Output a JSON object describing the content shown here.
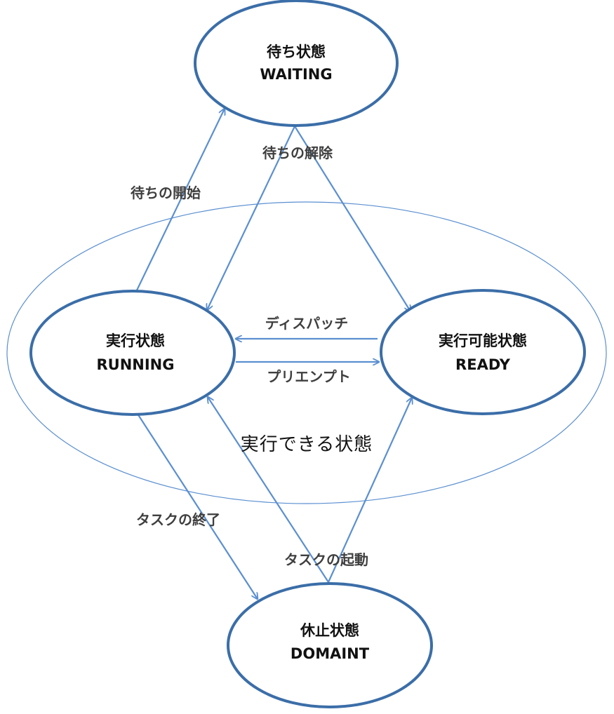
{
  "colors": {
    "node_stroke": "#3b6ea8",
    "edge": "#5b8fd0",
    "group_stroke": "#5b8fd0",
    "node_text": "#111111",
    "edge_text": "#3f3f3f"
  },
  "nodes": {
    "waiting": {
      "ja": "待ち状態",
      "en": "WAITING"
    },
    "running": {
      "ja": "実行状態",
      "en": "RUNNING"
    },
    "ready": {
      "ja": "実行可能状態",
      "en": "READY"
    },
    "domaint": {
      "ja": "休止状態",
      "en": "DOMAINT"
    }
  },
  "group": {
    "label": "実行できる状態"
  },
  "edges": {
    "wait_start": {
      "label": "待ちの開始"
    },
    "wait_release": {
      "label": "待ちの解除"
    },
    "dispatch": {
      "label": "ディスパッチ"
    },
    "preempt": {
      "label": "プリエンプト"
    },
    "task_end": {
      "label": "タスクの終了"
    },
    "task_start": {
      "label": "タスクの起動"
    }
  }
}
